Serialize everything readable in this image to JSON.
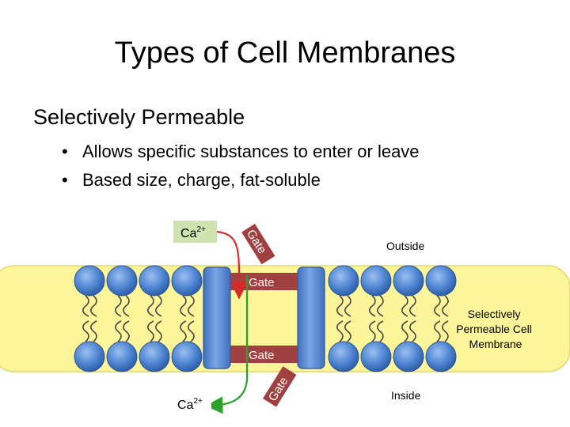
{
  "slide": {
    "title": "Types of Cell Membranes",
    "heading": "Selectively Permeable",
    "bullets": [
      "Allows specific substances to enter or leave",
      "Based size, charge, fat-soluble"
    ]
  },
  "diagram": {
    "ion_top": "Ca",
    "ion_top_charge": "2+",
    "ion_bottom": "Ca",
    "ion_bottom_charge": "2+",
    "gate_labels": [
      "Gate",
      "Gate",
      "Gate",
      "Gate"
    ],
    "outside_label": "Outside",
    "inside_label": "Inside",
    "membrane_label": [
      "Selectively",
      "Permeable Cell",
      "Membrane"
    ],
    "colors": {
      "membrane_band": "#fdf59a",
      "phospholipid_head": "#4f86d3",
      "protein_channel": "#5b8fd6",
      "gate_bar": "#a14040",
      "arrow_green": "#2aa12a",
      "arrow_red": "#d62b2b",
      "ion_box": "#cfe3b1"
    }
  }
}
